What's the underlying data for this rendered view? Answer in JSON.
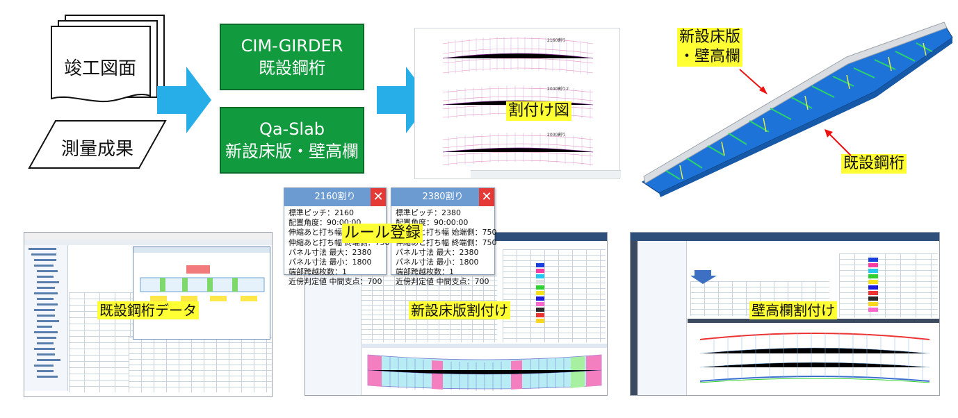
{
  "inputs": {
    "drawings_label": "竣工図面",
    "survey_label": "測量成果"
  },
  "software": {
    "cim_girder_name": "CIM-GIRDER",
    "cim_girder_desc": "既設鋼桁",
    "qa_slab_name": "Qa-Slab",
    "qa_slab_desc": "新設床版・壁高欄"
  },
  "plan_drawing": {
    "label": "割付け図",
    "panel_titles": [
      "2160割り",
      "2000割り2",
      "2000割り"
    ]
  },
  "model_3d": {
    "label_top_line1": "新設床版",
    "label_top_line2": "・壁高欄",
    "label_bottom": "既設鋼桁"
  },
  "screenshots": {
    "girder_data_label": "既設鋼桁データ",
    "slab_layout_label": "新設床版割付け",
    "parapet_layout_label": "壁高欄割付け"
  },
  "rule_registration": {
    "label": "ルール登録",
    "windows": [
      {
        "title": "2160割り",
        "lines": [
          "標準ピッチ：2160",
          "配置角度：90:00:00",
          "伸縮あと打ち幅 始端側：750",
          "伸縮あと打ち幅 終端側：750",
          "パネル寸法 最大：2380",
          "パネル寸法 最小：1800",
          "端部跨越枚数：1",
          "近傍判定値 中間支点：700"
        ]
      },
      {
        "title": "2380割り",
        "lines": [
          "標準ピッチ：2380",
          "配置角度：90:00:00",
          "伸縮あと打ち幅 始端側：750",
          "伸縮あと打ち幅 終端側：750",
          "パネル寸法 最大：2380",
          "パネル寸法 最小：1800",
          "端部跨越枚数：1",
          "近傍判定値 中間支点：700"
        ]
      }
    ]
  },
  "colors": {
    "green_box": "#129a3e",
    "arrow_blue": "#27aee8",
    "highlight_yellow": "#ffff33",
    "close_red": "#e53935",
    "header_blue": "#6b9bd1"
  }
}
